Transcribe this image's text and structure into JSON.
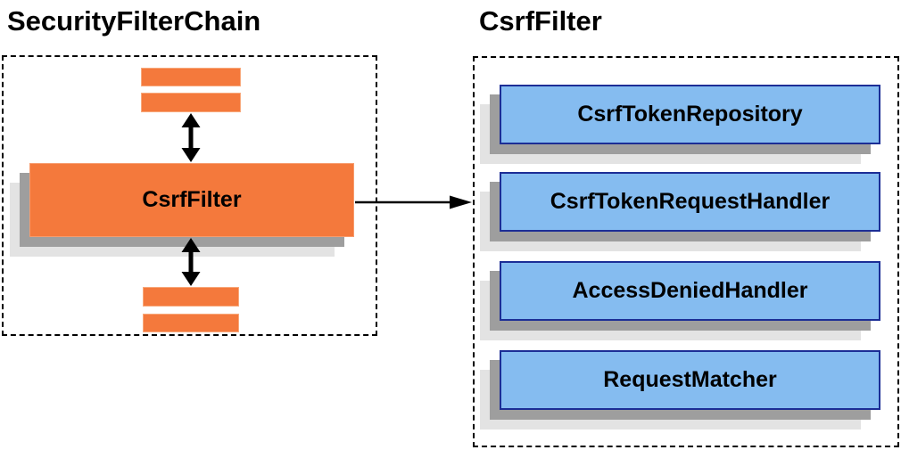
{
  "diagram": {
    "left_panel": {
      "title": "SecurityFilterChain",
      "filter_box_label": "CsrfFilter"
    },
    "right_panel": {
      "title": "CsrfFilter",
      "components": [
        "CsrfTokenRepository",
        "CsrfTokenRequestHandler",
        "AccessDeniedHandler",
        "RequestMatcher"
      ]
    },
    "colors": {
      "orange_fill": "#f4793c",
      "blue_fill": "#85bcf0",
      "blue_border": "#1c2e96",
      "shadow_dark": "#9e9e9e",
      "shadow_light": "#e3e3e3",
      "arrow": "#000000",
      "text": "#000000"
    }
  }
}
